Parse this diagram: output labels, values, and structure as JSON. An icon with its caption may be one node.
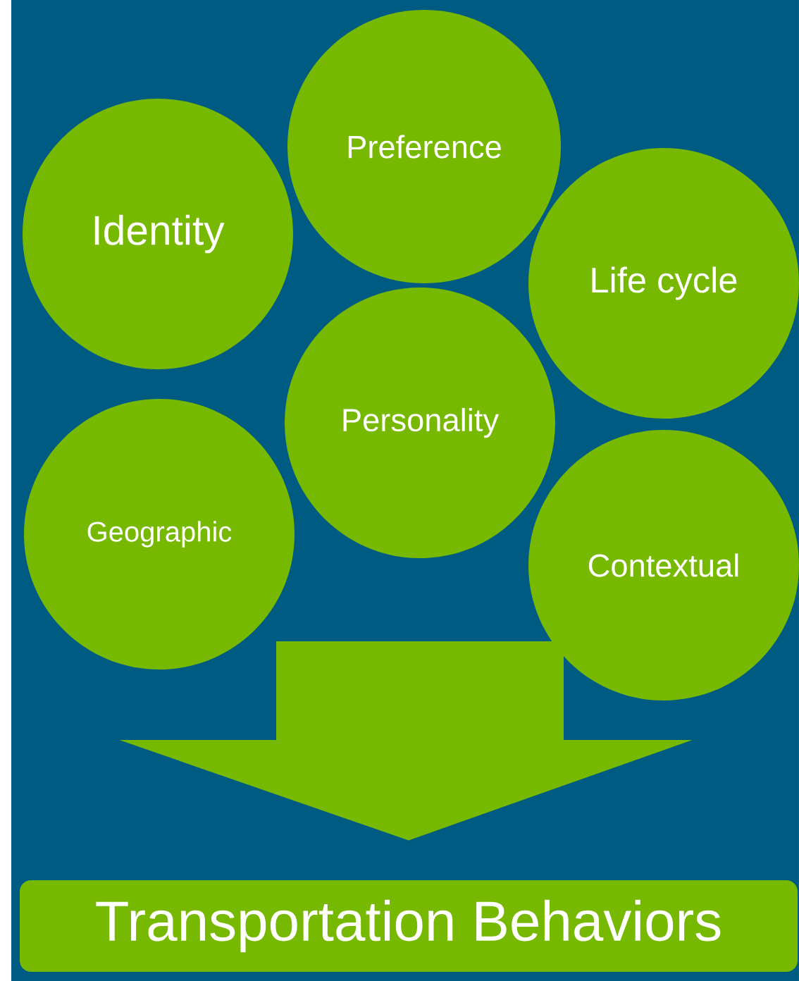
{
  "diagram": {
    "nodes": [
      {
        "text": [
          "Identity"
        ]
      },
      {
        "text": [
          "Preference"
        ]
      },
      {
        "text": [
          "Life cycle"
        ]
      },
      {
        "text": [
          "Personality"
        ]
      },
      {
        "text": [
          "Geographic"
        ]
      },
      {
        "text": [
          "Contextual"
        ]
      },
      {
        "text": [
          "Transportation Behaviors"
        ]
      }
    ],
    "edges": [
      {
        "from": null,
        "to": 6,
        "arrow": "to",
        "style": "thick"
      }
    ]
  }
}
